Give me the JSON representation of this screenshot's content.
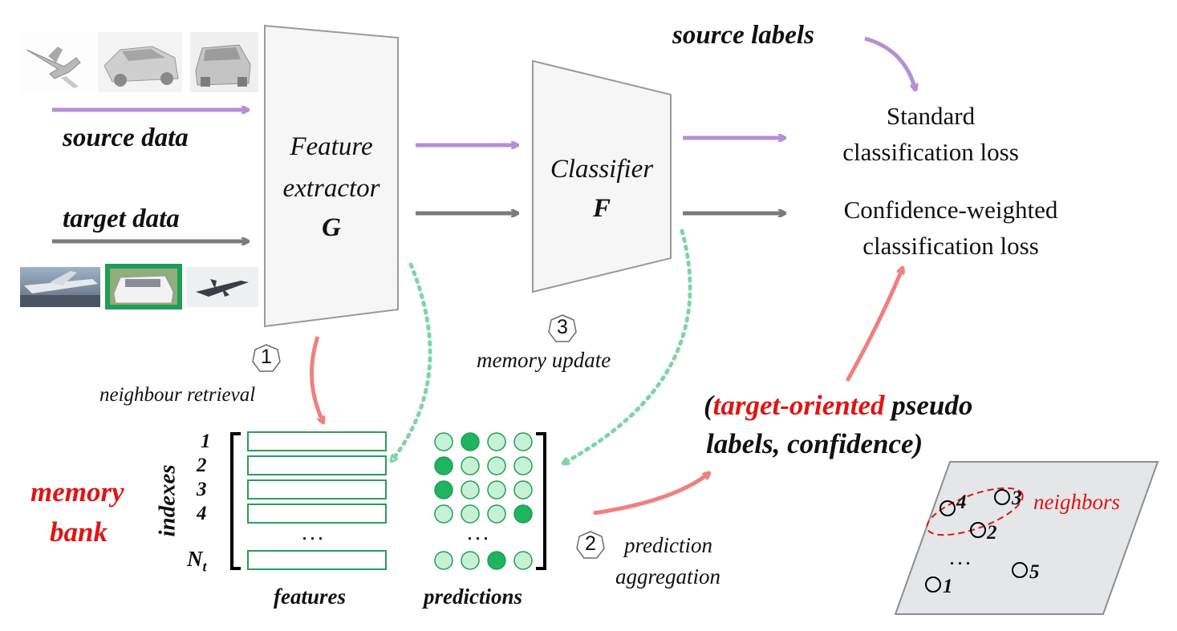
{
  "inputs": {
    "source_label": "source data",
    "target_label": "target data"
  },
  "extractor": {
    "line1": "Feature",
    "line2": "extractor",
    "symbol": "G"
  },
  "classifier": {
    "line1": "Classifier",
    "symbol": "F"
  },
  "losses": {
    "source_labels": "source labels",
    "standard_line1": "Standard",
    "standard_line2": "classification loss",
    "confidence_line1": "Confidence-weighted",
    "confidence_line2": "classification loss"
  },
  "steps": [
    {
      "number": "1",
      "label": "neighbour retrieval"
    },
    {
      "number": "2",
      "label_line1": "prediction",
      "label_line2": "aggregation"
    },
    {
      "number": "3",
      "label": "memory update"
    }
  ],
  "memory_bank": {
    "title_line1": "memory",
    "title_line2": "bank",
    "axis_label": "indexes",
    "indexes": [
      "1",
      "2",
      "3",
      "4"
    ],
    "last_index_base": "N",
    "last_index_sub": "t",
    "ellipsis": "...",
    "features_label": "features",
    "predictions_label": "predictions",
    "prediction_rows": [
      [
        0,
        1,
        0,
        0
      ],
      [
        1,
        0,
        0,
        0
      ],
      [
        1,
        0,
        0,
        0
      ],
      [
        0,
        0,
        0,
        1
      ],
      [
        0,
        0,
        1,
        0
      ]
    ]
  },
  "pseudo": {
    "open": "(",
    "highlight": "target-oriented",
    "rest_line1": " pseudo",
    "line2": "labels, confidence)"
  },
  "neighbors_panel": {
    "label": "neighbors",
    "points": [
      "4",
      "3",
      "2",
      "5",
      "1"
    ],
    "ellipsis": "..."
  },
  "colors": {
    "source_arrow": "#b48fd6",
    "target_arrow": "#7b7b7b",
    "retrieval_arrow": "#f08080",
    "update_arrow": "#7fd4a6",
    "feature_box": "#2a9d5c",
    "dot_dark": "#1fb45f",
    "dot_light": "#c7f1d6",
    "highlight_red": "#e01414"
  }
}
